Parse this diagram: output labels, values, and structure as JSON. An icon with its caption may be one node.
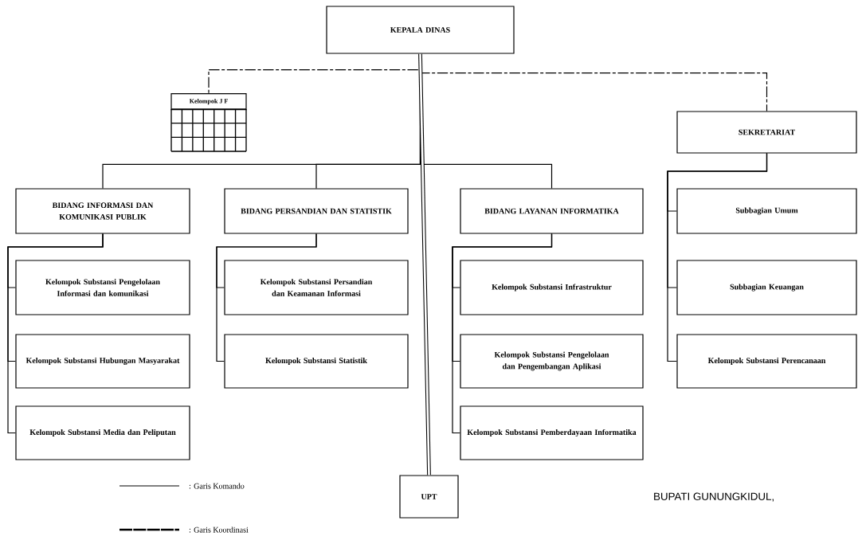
{
  "diagram": {
    "nodes": [
      {
        "text": [
          "KEPALA DINAS"
        ]
      },
      {
        "text": [
          "Kelompok J F"
        ]
      },
      {
        "text": [
          "SEKRETARIAT"
        ]
      },
      {
        "text": [
          "BIDANG INFORMASI DAN KOMUNIKASI PUBLIK"
        ]
      },
      {
        "text": [
          "BIDANG PERSANDIAN DAN STATISTIK"
        ]
      },
      {
        "text": [
          "BIDANG LAYANAN INFORMATIKA"
        ]
      },
      {
        "text": [
          "Subbagian Umum"
        ]
      },
      {
        "text": [
          "Kelompok Substansi Pengelolaan Informasi dan komunikasi"
        ]
      },
      {
        "text": [
          "Kelompok Substansi Persandian dan Keamanan Informasi"
        ]
      },
      {
        "text": [
          "Kelompok Substansi Infrastruktur"
        ]
      },
      {
        "text": [
          "Subbagian Keuangan"
        ]
      },
      {
        "text": [
          "Kelompok Substansi Hubungan Masyarakat"
        ]
      },
      {
        "text": [
          "Kelompok Substansi Statistik"
        ]
      },
      {
        "text": [
          "Kelompok Substansi Pengelolaan dan Pengembangan Aplikasi"
        ]
      },
      {
        "text": [
          "Kelompok Substansi Perencanaan"
        ]
      },
      {
        "text": [
          "Kelompok Substansi Media dan Peliputan"
        ]
      },
      {
        "text": [
          "Kelompok Substansi Pemberdayaan Informatika"
        ]
      },
      {
        "text": [
          "UPT"
        ]
      }
    ],
    "edges": [
      {
        "from": 0,
        "to": 1,
        "arrow": "none",
        "style": "dashed"
      },
      {
        "from": 0,
        "to": 2,
        "arrow": "none",
        "style": "dashed"
      },
      {
        "from": 0,
        "to": 3,
        "arrow": "none"
      },
      {
        "from": 0,
        "to": 4,
        "arrow": "none"
      },
      {
        "from": 0,
        "to": 5,
        "arrow": "none"
      },
      {
        "from": 0,
        "to": 17,
        "arrow": "none",
        "style": "thick"
      },
      {
        "from": 3,
        "to": 7,
        "arrow": "none"
      },
      {
        "from": 3,
        "to": 11,
        "arrow": "none"
      },
      {
        "from": 3,
        "to": 15,
        "arrow": "none"
      },
      {
        "from": 4,
        "to": 8,
        "arrow": "none"
      },
      {
        "from": 4,
        "to": 12,
        "arrow": "none"
      },
      {
        "from": 5,
        "to": 9,
        "arrow": "none"
      },
      {
        "from": 5,
        "to": 13,
        "arrow": "none"
      },
      {
        "from": 5,
        "to": 16,
        "arrow": "none"
      },
      {
        "from": 2,
        "to": 6,
        "arrow": "none"
      },
      {
        "from": 2,
        "to": 10,
        "arrow": "none"
      },
      {
        "from": 2,
        "to": 14,
        "arrow": "none"
      }
    ],
    "labels": [
      "BUPATI GUNUNGKIDUL,"
    ],
    "legend": [
      {
        "text": ": Garis Komando"
      },
      {
        "text": ": Garis Koordinasi"
      }
    ]
  }
}
